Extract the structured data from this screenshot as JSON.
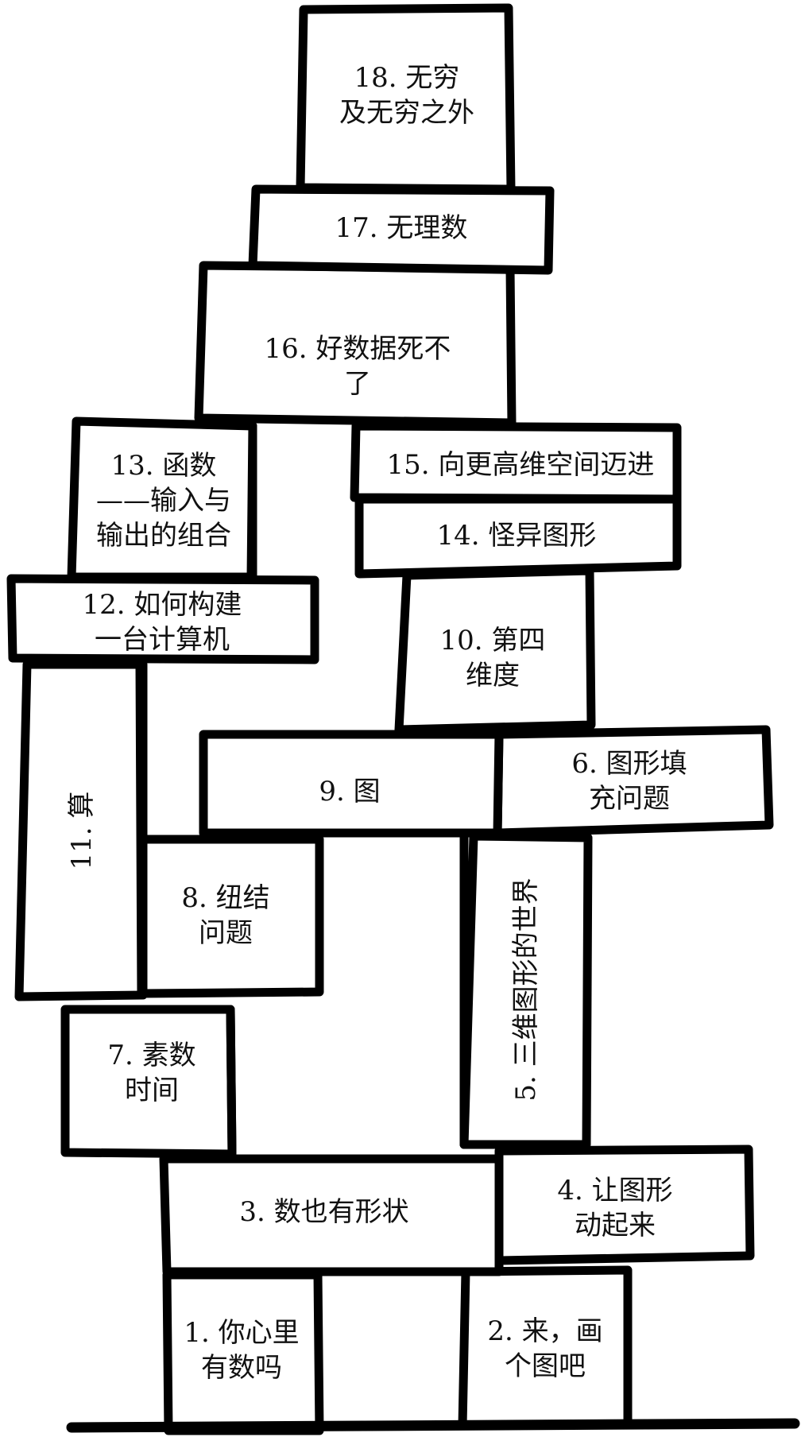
{
  "chapters": [
    {
      "id": "b1",
      "lines": [
        "1. 你心里",
        "有数吗"
      ]
    },
    {
      "id": "b2",
      "lines": [
        "2. 来，画",
        "个图吧"
      ]
    },
    {
      "id": "b3",
      "lines": [
        "3. 数也有形状"
      ]
    },
    {
      "id": "b4",
      "lines": [
        "4. 让图形",
        "动起来"
      ]
    },
    {
      "id": "b5",
      "lines": [
        "5. 三维图形的世界"
      ],
      "vertical": true
    },
    {
      "id": "b6",
      "lines": [
        "6. 图形填",
        "充问题"
      ]
    },
    {
      "id": "b7",
      "lines": [
        "7. 素数",
        "时间"
      ]
    },
    {
      "id": "b8",
      "lines": [
        "8. 纽结",
        "问题"
      ]
    },
    {
      "id": "b9",
      "lines": [
        "9. 图"
      ]
    },
    {
      "id": "b10",
      "lines": [
        "10. 第四",
        "维度"
      ]
    },
    {
      "id": "b11",
      "lines": [
        "11. 算"
      ],
      "vertical": true
    },
    {
      "id": "b12",
      "lines": [
        "12. 如何构建",
        "一台计算机"
      ]
    },
    {
      "id": "b13",
      "lines": [
        "13. 函数",
        "——输入与",
        "输出的组合"
      ]
    },
    {
      "id": "b14",
      "lines": [
        "14. 怪异图形"
      ]
    },
    {
      "id": "b15",
      "lines": [
        "15. 向更高维空间迈进"
      ]
    },
    {
      "id": "b16",
      "lines": [
        "16. 好数据死不",
        "了"
      ]
    },
    {
      "id": "b17",
      "lines": [
        "17. 无理数"
      ]
    },
    {
      "id": "b18",
      "lines": [
        "18. 无穷",
        "及无穷之外"
      ]
    }
  ]
}
